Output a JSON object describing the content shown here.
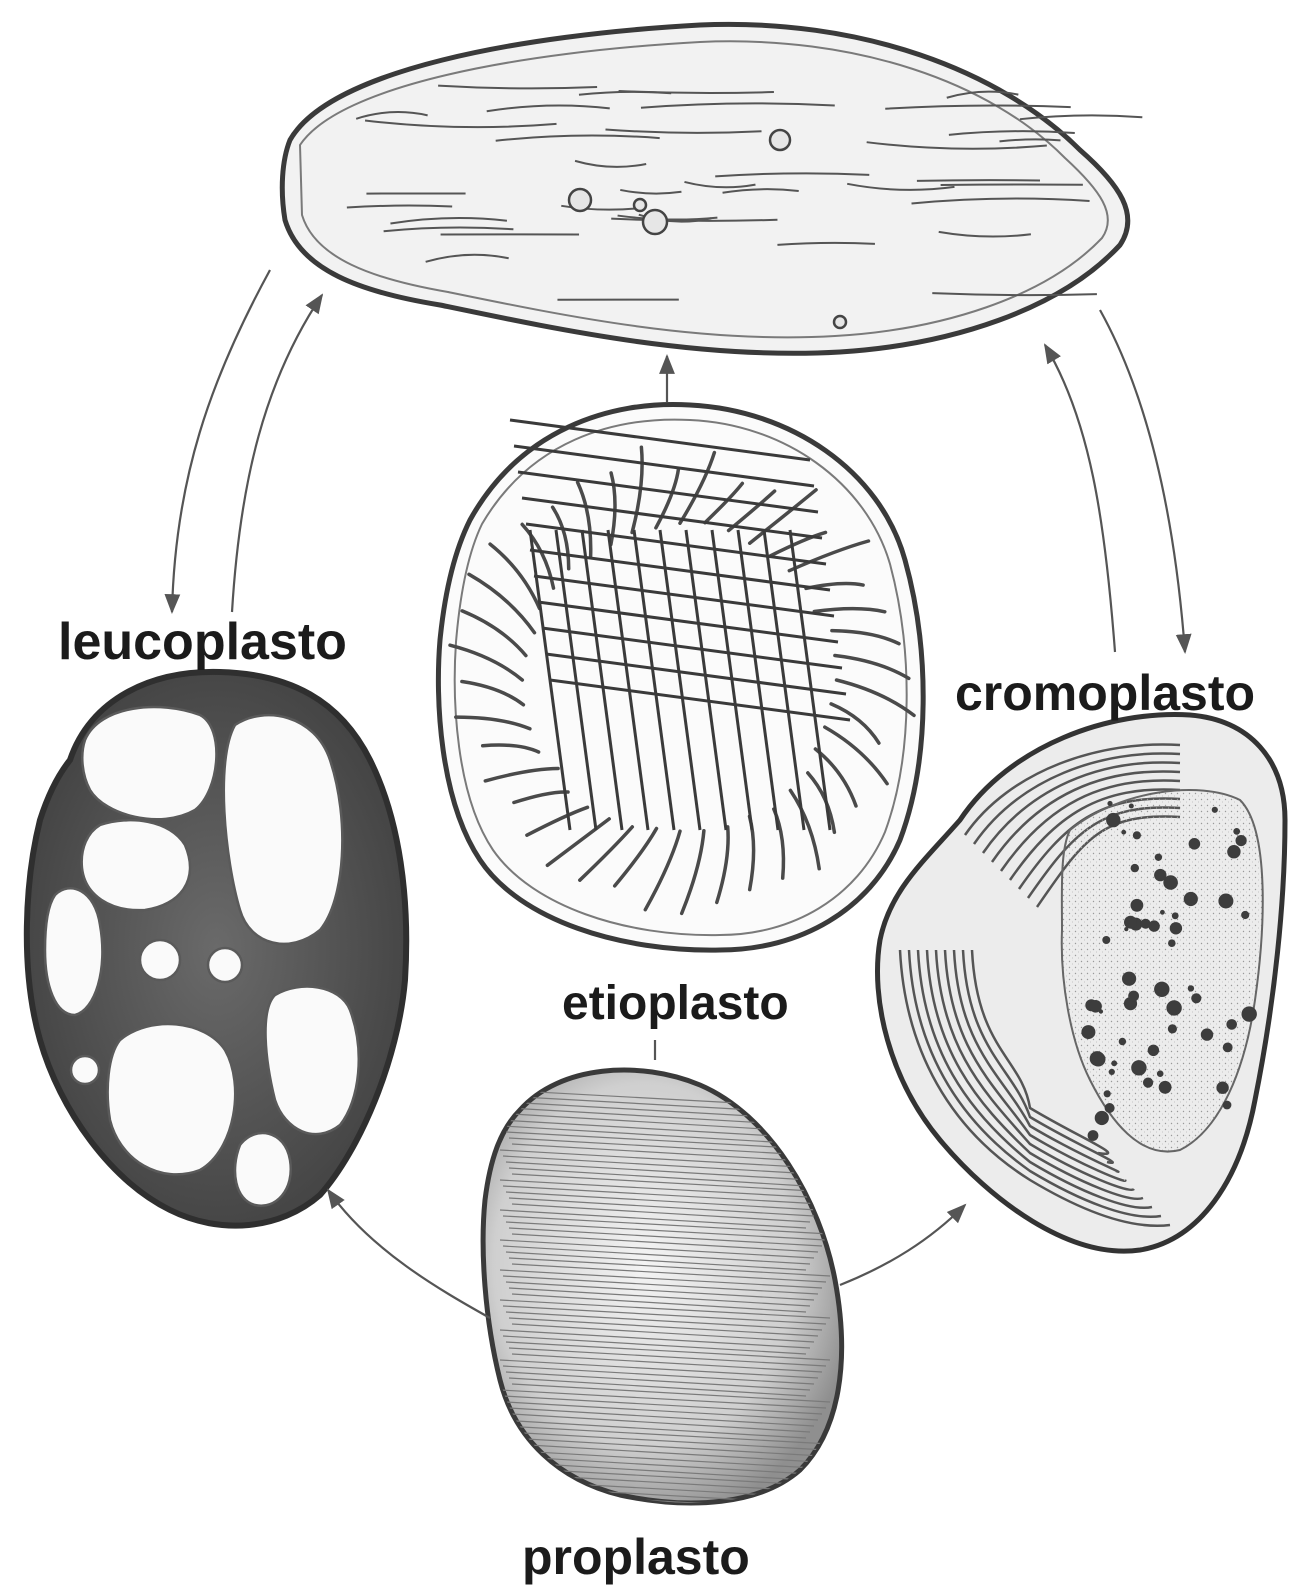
{
  "labels": {
    "leucoplast": "leucoplasto",
    "chromoplast": "cromoplasto",
    "etioplast": "etioplasto",
    "proplastid": "proplasto"
  },
  "colors": {
    "ink": "#2b2b2b",
    "stroke": "#3a3a3a",
    "paper": "#ffffff",
    "shade": "#8a8a8a",
    "light_shade": "#d9d9d9"
  }
}
